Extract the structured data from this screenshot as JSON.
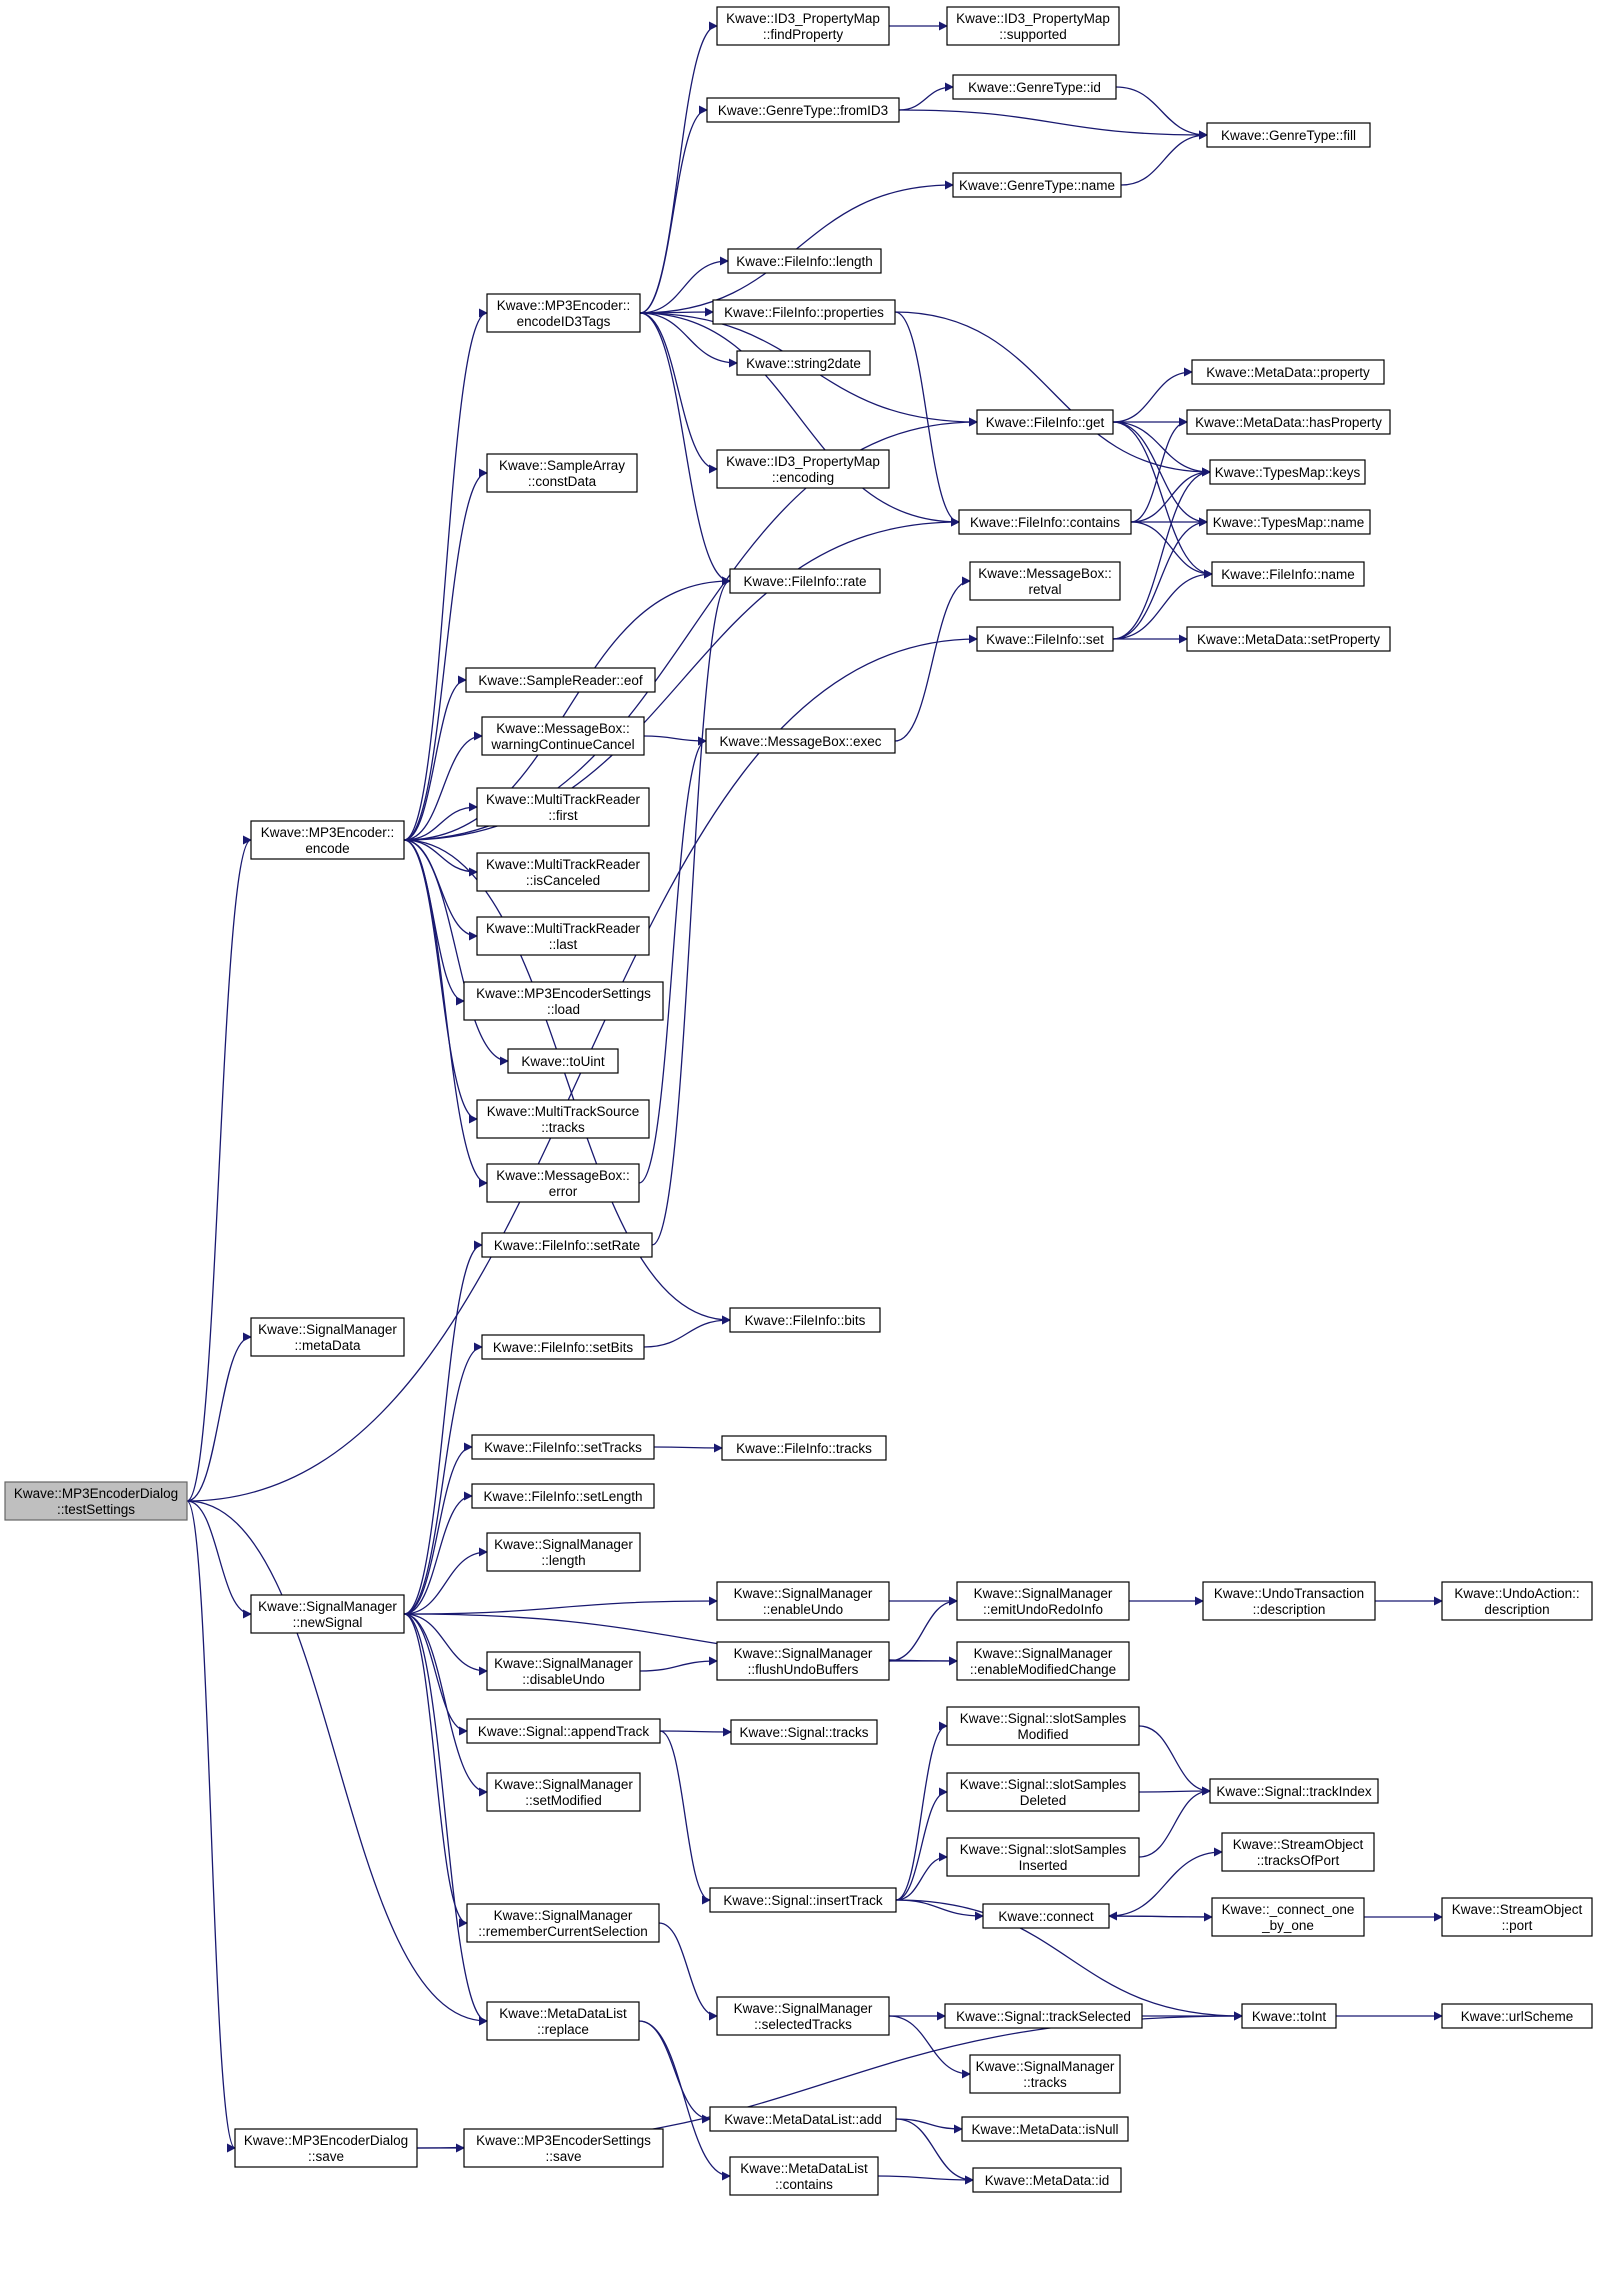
{
  "diagram": {
    "root": "testSettings",
    "colors": {
      "edge": "#191970",
      "node_border": "#000000",
      "root_fill": "#bfbfbf",
      "node_fill": "#ffffff"
    },
    "nodes": [
      {
        "id": "testSettings",
        "lines": [
          "Kwave::MP3EncoderDialog",
          "::testSettings"
        ]
      },
      {
        "id": "encode",
        "lines": [
          "Kwave::MP3Encoder::",
          "encode"
        ]
      },
      {
        "id": "smMetaData",
        "lines": [
          "Kwave::SignalManager",
          "::metaData"
        ]
      },
      {
        "id": "newSignal",
        "lines": [
          "Kwave::SignalManager",
          "::newSignal"
        ]
      },
      {
        "id": "dlgSave",
        "lines": [
          "Kwave::MP3EncoderDialog",
          "::save"
        ]
      },
      {
        "id": "encodeID3Tags",
        "lines": [
          "Kwave::MP3Encoder::",
          "encodeID3Tags"
        ]
      },
      {
        "id": "constData",
        "lines": [
          "Kwave::SampleArray",
          "::constData"
        ]
      },
      {
        "id": "eof",
        "lines": [
          "Kwave::SampleReader::eof"
        ]
      },
      {
        "id": "warningContinueCancel",
        "lines": [
          "Kwave::MessageBox::",
          "warningContinueCancel"
        ]
      },
      {
        "id": "mtrFirst",
        "lines": [
          "Kwave::MultiTrackReader",
          "::first"
        ]
      },
      {
        "id": "mtrIsCanceled",
        "lines": [
          "Kwave::MultiTrackReader",
          "::isCanceled"
        ]
      },
      {
        "id": "mtrLast",
        "lines": [
          "Kwave::MultiTrackReader",
          "::last"
        ]
      },
      {
        "id": "encSettingsLoad",
        "lines": [
          "Kwave::MP3EncoderSettings",
          "::load"
        ]
      },
      {
        "id": "toUint",
        "lines": [
          "Kwave::toUint"
        ]
      },
      {
        "id": "mtsTracks",
        "lines": [
          "Kwave::MultiTrackSource",
          "::tracks"
        ]
      },
      {
        "id": "mbError",
        "lines": [
          "Kwave::MessageBox::",
          "error"
        ]
      },
      {
        "id": "fiSetRate",
        "lines": [
          "Kwave::FileInfo::setRate"
        ]
      },
      {
        "id": "fiSetBits",
        "lines": [
          "Kwave::FileInfo::setBits"
        ]
      },
      {
        "id": "fiSetTracks",
        "lines": [
          "Kwave::FileInfo::setTracks"
        ]
      },
      {
        "id": "fiSetLength",
        "lines": [
          "Kwave::FileInfo::setLength"
        ]
      },
      {
        "id": "smLength",
        "lines": [
          "Kwave::SignalManager",
          "::length"
        ]
      },
      {
        "id": "smDisableUndo",
        "lines": [
          "Kwave::SignalManager",
          "::disableUndo"
        ]
      },
      {
        "id": "sigAppendTrack",
        "lines": [
          "Kwave::Signal::appendTrack"
        ]
      },
      {
        "id": "smSetModified",
        "lines": [
          "Kwave::SignalManager",
          "::setModified"
        ]
      },
      {
        "id": "smRemember",
        "lines": [
          "Kwave::SignalManager",
          "::rememberCurrentSelection"
        ]
      },
      {
        "id": "mdlReplace",
        "lines": [
          "Kwave::MetaDataList",
          "::replace"
        ]
      },
      {
        "id": "encSettingsSave",
        "lines": [
          "Kwave::MP3EncoderSettings",
          "::save"
        ]
      },
      {
        "id": "id3FindProperty",
        "lines": [
          "Kwave::ID3_PropertyMap",
          "::findProperty"
        ]
      },
      {
        "id": "genreFromID3",
        "lines": [
          "Kwave::GenreType::fromID3"
        ]
      },
      {
        "id": "fiLength",
        "lines": [
          "Kwave::FileInfo::length"
        ]
      },
      {
        "id": "fiProperties",
        "lines": [
          "Kwave::FileInfo::properties"
        ]
      },
      {
        "id": "string2date",
        "lines": [
          "Kwave::string2date"
        ]
      },
      {
        "id": "id3Encoding",
        "lines": [
          "Kwave::ID3_PropertyMap",
          "::encoding"
        ]
      },
      {
        "id": "fiRate",
        "lines": [
          "Kwave::FileInfo::rate"
        ]
      },
      {
        "id": "mbExec",
        "lines": [
          "Kwave::MessageBox::exec"
        ]
      },
      {
        "id": "fiBits",
        "lines": [
          "Kwave::FileInfo::bits"
        ]
      },
      {
        "id": "fiTracks",
        "lines": [
          "Kwave::FileInfo::tracks"
        ]
      },
      {
        "id": "smEnableUndo",
        "lines": [
          "Kwave::SignalManager",
          "::enableUndo"
        ]
      },
      {
        "id": "smFlushUndo",
        "lines": [
          "Kwave::SignalManager",
          "::flushUndoBuffers"
        ]
      },
      {
        "id": "sigTracks",
        "lines": [
          "Kwave::Signal::tracks"
        ]
      },
      {
        "id": "sigInsertTrack",
        "lines": [
          "Kwave::Signal::insertTrack"
        ]
      },
      {
        "id": "smSelectedTracks",
        "lines": [
          "Kwave::SignalManager",
          "::selectedTracks"
        ]
      },
      {
        "id": "mdlAdd",
        "lines": [
          "Kwave::MetaDataList::add"
        ]
      },
      {
        "id": "mdlContains",
        "lines": [
          "Kwave::MetaDataList",
          "::contains"
        ]
      },
      {
        "id": "id3Supported",
        "lines": [
          "Kwave::ID3_PropertyMap",
          "::supported"
        ]
      },
      {
        "id": "genreId",
        "lines": [
          "Kwave::GenreType::id"
        ]
      },
      {
        "id": "genreName",
        "lines": [
          "Kwave::GenreType::name"
        ]
      },
      {
        "id": "fiGet",
        "lines": [
          "Kwave::FileInfo::get"
        ]
      },
      {
        "id": "fiContains",
        "lines": [
          "Kwave::FileInfo::contains"
        ]
      },
      {
        "id": "mbRetval",
        "lines": [
          "Kwave::MessageBox::",
          "retval"
        ]
      },
      {
        "id": "fiSet",
        "lines": [
          "Kwave::FileInfo::set"
        ]
      },
      {
        "id": "smEmitUndoRedo",
        "lines": [
          "Kwave::SignalManager",
          "::emitUndoRedoInfo"
        ]
      },
      {
        "id": "smEnableModified",
        "lines": [
          "Kwave::SignalManager",
          "::enableModifiedChange"
        ]
      },
      {
        "id": "sigSlotModified",
        "lines": [
          "Kwave::Signal::slotSamples",
          "Modified"
        ]
      },
      {
        "id": "sigSlotDeleted",
        "lines": [
          "Kwave::Signal::slotSamples",
          "Deleted"
        ]
      },
      {
        "id": "sigSlotInserted",
        "lines": [
          "Kwave::Signal::slotSamples",
          "Inserted"
        ]
      },
      {
        "id": "connect",
        "lines": [
          "Kwave::connect"
        ]
      },
      {
        "id": "sigTrackSelected",
        "lines": [
          "Kwave::Signal::trackSelected"
        ]
      },
      {
        "id": "smTracks",
        "lines": [
          "Kwave::SignalManager",
          "::tracks"
        ]
      },
      {
        "id": "mdIsNull",
        "lines": [
          "Kwave::MetaData::isNull"
        ]
      },
      {
        "id": "mdId",
        "lines": [
          "Kwave::MetaData::id"
        ]
      },
      {
        "id": "genreFill",
        "lines": [
          "Kwave::GenreType::fill"
        ]
      },
      {
        "id": "mdProperty",
        "lines": [
          "Kwave::MetaData::property"
        ]
      },
      {
        "id": "mdHasProperty",
        "lines": [
          "Kwave::MetaData::hasProperty"
        ]
      },
      {
        "id": "tmKeys",
        "lines": [
          "Kwave::TypesMap::keys"
        ]
      },
      {
        "id": "tmName",
        "lines": [
          "Kwave::TypesMap::name"
        ]
      },
      {
        "id": "fiName",
        "lines": [
          "Kwave::FileInfo::name"
        ]
      },
      {
        "id": "mdSetProperty",
        "lines": [
          "Kwave::MetaData::setProperty"
        ]
      },
      {
        "id": "utDescription",
        "lines": [
          "Kwave::UndoTransaction",
          "::description"
        ]
      },
      {
        "id": "sigTrackIndex",
        "lines": [
          "Kwave::Signal::trackIndex"
        ]
      },
      {
        "id": "soTracksOfPort",
        "lines": [
          "Kwave::StreamObject",
          "::tracksOfPort"
        ]
      },
      {
        "id": "connectOneByOne",
        "lines": [
          "Kwave::_connect_one",
          "_by_one"
        ]
      },
      {
        "id": "toInt",
        "lines": [
          "Kwave::toInt"
        ]
      },
      {
        "id": "uaDescription",
        "lines": [
          "Kwave::UndoAction::",
          "description"
        ]
      },
      {
        "id": "soPort",
        "lines": [
          "Kwave::StreamObject",
          "::port"
        ]
      },
      {
        "id": "urlScheme",
        "lines": [
          "Kwave::urlScheme"
        ]
      }
    ],
    "edges": [
      [
        "testSettings",
        "encode"
      ],
      [
        "testSettings",
        "smMetaData"
      ],
      [
        "testSettings",
        "newSignal"
      ],
      [
        "testSettings",
        "dlgSave"
      ],
      [
        "testSettings",
        "fiSet"
      ],
      [
        "testSettings",
        "mdlReplace"
      ],
      [
        "encode",
        "encodeID3Tags"
      ],
      [
        "encode",
        "constData"
      ],
      [
        "encode",
        "eof"
      ],
      [
        "encode",
        "warningContinueCancel"
      ],
      [
        "encode",
        "mtrFirst"
      ],
      [
        "encode",
        "mtrIsCanceled"
      ],
      [
        "encode",
        "mtrLast"
      ],
      [
        "encode",
        "encSettingsLoad"
      ],
      [
        "encode",
        "toUint"
      ],
      [
        "encode",
        "mtsTracks"
      ],
      [
        "encode",
        "mbError"
      ],
      [
        "encode",
        "fiRate"
      ],
      [
        "encode",
        "fiBits"
      ],
      [
        "encode",
        "fiGet"
      ],
      [
        "encode",
        "fiContains"
      ],
      [
        "encodeID3Tags",
        "id3FindProperty"
      ],
      [
        "encodeID3Tags",
        "genreFromID3"
      ],
      [
        "encodeID3Tags",
        "genreName"
      ],
      [
        "encodeID3Tags",
        "fiGet"
      ],
      [
        "encodeID3Tags",
        "fiLength"
      ],
      [
        "encodeID3Tags",
        "fiProperties"
      ],
      [
        "encodeID3Tags",
        "string2date"
      ],
      [
        "encodeID3Tags",
        "id3Encoding"
      ],
      [
        "encodeID3Tags",
        "fiRate"
      ],
      [
        "encodeID3Tags",
        "fiContains"
      ],
      [
        "id3FindProperty",
        "id3Supported"
      ],
      [
        "genreFromID3",
        "genreId"
      ],
      [
        "genreFromID3",
        "genreFill"
      ],
      [
        "genreId",
        "genreFill"
      ],
      [
        "genreName",
        "genreFill"
      ],
      [
        "fiProperties",
        "fiContains"
      ],
      [
        "fiProperties",
        "tmKeys"
      ],
      [
        "fiGet",
        "mdProperty"
      ],
      [
        "fiGet",
        "mdHasProperty"
      ],
      [
        "fiGet",
        "tmKeys"
      ],
      [
        "fiGet",
        "tmName"
      ],
      [
        "fiGet",
        "fiName"
      ],
      [
        "fiContains",
        "mdHasProperty"
      ],
      [
        "fiContains",
        "tmKeys"
      ],
      [
        "fiContains",
        "tmName"
      ],
      [
        "fiContains",
        "fiName"
      ],
      [
        "fiSet",
        "tmKeys"
      ],
      [
        "fiSet",
        "tmName"
      ],
      [
        "fiSet",
        "fiName"
      ],
      [
        "fiSet",
        "mdSetProperty"
      ],
      [
        "warningContinueCancel",
        "mbExec"
      ],
      [
        "mbError",
        "mbExec"
      ],
      [
        "mbExec",
        "mbRetval"
      ],
      [
        "fiSetRate",
        "fiRate"
      ],
      [
        "fiSetBits",
        "fiBits"
      ],
      [
        "fiSetTracks",
        "fiTracks"
      ],
      [
        "newSignal",
        "fiSetRate"
      ],
      [
        "newSignal",
        "fiSetBits"
      ],
      [
        "newSignal",
        "fiSetTracks"
      ],
      [
        "newSignal",
        "fiSetLength"
      ],
      [
        "newSignal",
        "smLength"
      ],
      [
        "newSignal",
        "smEnableUndo"
      ],
      [
        "newSignal",
        "smDisableUndo"
      ],
      [
        "newSignal",
        "sigAppendTrack"
      ],
      [
        "newSignal",
        "smSetModified"
      ],
      [
        "newSignal",
        "smEnableModified"
      ],
      [
        "newSignal",
        "smRemember"
      ],
      [
        "newSignal",
        "mdlReplace"
      ],
      [
        "smEnableUndo",
        "smEmitUndoRedo"
      ],
      [
        "smDisableUndo",
        "smFlushUndo"
      ],
      [
        "smFlushUndo",
        "smEmitUndoRedo"
      ],
      [
        "smFlushUndo",
        "smEnableModified"
      ],
      [
        "smEmitUndoRedo",
        "utDescription"
      ],
      [
        "utDescription",
        "uaDescription"
      ],
      [
        "sigAppendTrack",
        "sigTracks"
      ],
      [
        "sigAppendTrack",
        "sigInsertTrack"
      ],
      [
        "sigInsertTrack",
        "sigSlotModified"
      ],
      [
        "sigInsertTrack",
        "sigSlotDeleted"
      ],
      [
        "sigInsertTrack",
        "sigSlotInserted"
      ],
      [
        "sigInsertTrack",
        "connect"
      ],
      [
        "sigInsertTrack",
        "toInt"
      ],
      [
        "sigSlotModified",
        "sigTrackIndex"
      ],
      [
        "sigSlotDeleted",
        "sigTrackIndex"
      ],
      [
        "sigSlotInserted",
        "sigTrackIndex"
      ],
      [
        "connect",
        "soTracksOfPort"
      ],
      [
        "connect",
        "connectOneByOne"
      ],
      [
        "connectOneByOne",
        "connect"
      ],
      [
        "connectOneByOne",
        "soPort"
      ],
      [
        "smRemember",
        "smSelectedTracks"
      ],
      [
        "smSelectedTracks",
        "sigTrackSelected"
      ],
      [
        "smSelectedTracks",
        "smTracks"
      ],
      [
        "sigTrackSelected",
        "toInt"
      ],
      [
        "toInt",
        "urlScheme"
      ],
      [
        "mdlReplace",
        "mdlAdd"
      ],
      [
        "mdlReplace",
        "mdlContains"
      ],
      [
        "mdlAdd",
        "mdIsNull"
      ],
      [
        "mdlAdd",
        "mdId"
      ],
      [
        "mdlContains",
        "mdId"
      ],
      [
        "dlgSave",
        "encSettingsSave"
      ],
      [
        "dlgSave",
        "toInt"
      ]
    ]
  }
}
